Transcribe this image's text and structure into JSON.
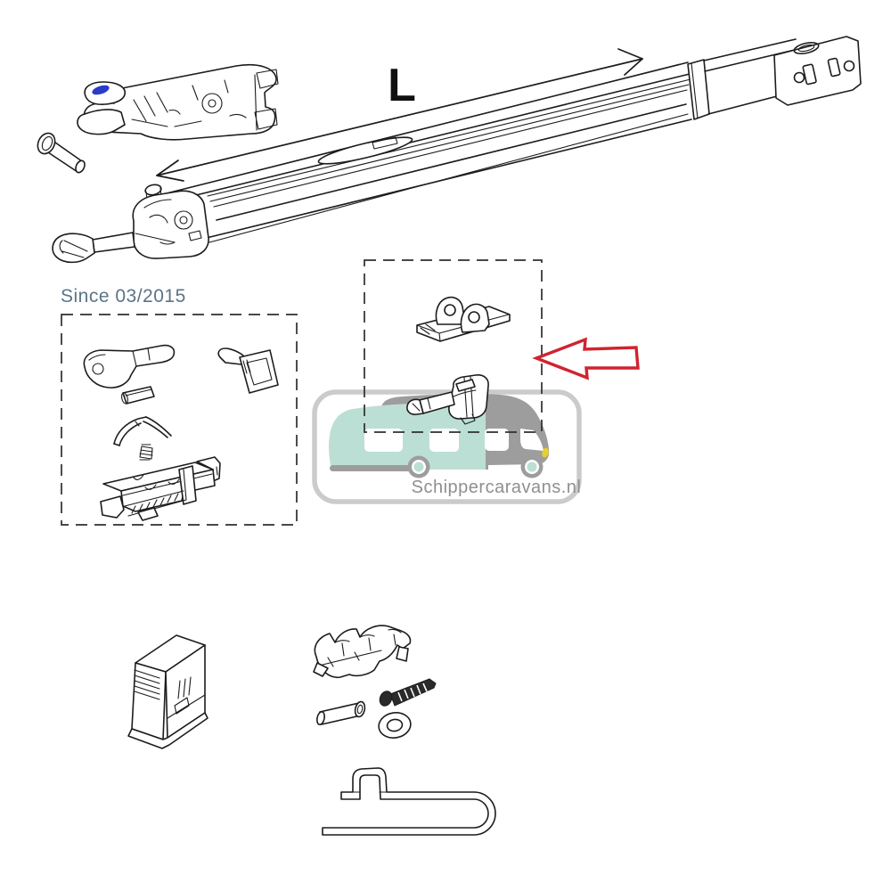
{
  "labels": {
    "length": "L",
    "since": "Since 03/2015",
    "watermark": "Schippercaravans.nl"
  },
  "colors": {
    "line": "#1c1c1c",
    "dashed_border": "#2e2e2e",
    "red_arrow": "#cf2430",
    "blue_mark": "#2a3cc9",
    "since_text": "#5b7486",
    "watermark_border": "#cbcbcb",
    "watermark_gray": "#9d9d9d",
    "watermark_mint": "#bcdfd5",
    "watermark_text": "#8f8f8f",
    "headlight_yellow": "#eacf2b",
    "screw_fill": "#2a2a2a"
  },
  "parts": [
    "awning-arm-assembly",
    "arm-end-bracket",
    "arm-collar",
    "shoulder-joint-part",
    "clevis-pin-part",
    "handle-lever-part",
    "pin-sleeve-part",
    "clip-bracket-part",
    "leaf-spring-part",
    "coil-spring-part",
    "lock-body-part",
    "wall-bracket-part",
    "knuckle-hinge-part",
    "end-cap-housing-part",
    "saddle-bracket-part",
    "screw-part",
    "axle-pin-part",
    "washer-part",
    "tension-hook-part"
  ]
}
